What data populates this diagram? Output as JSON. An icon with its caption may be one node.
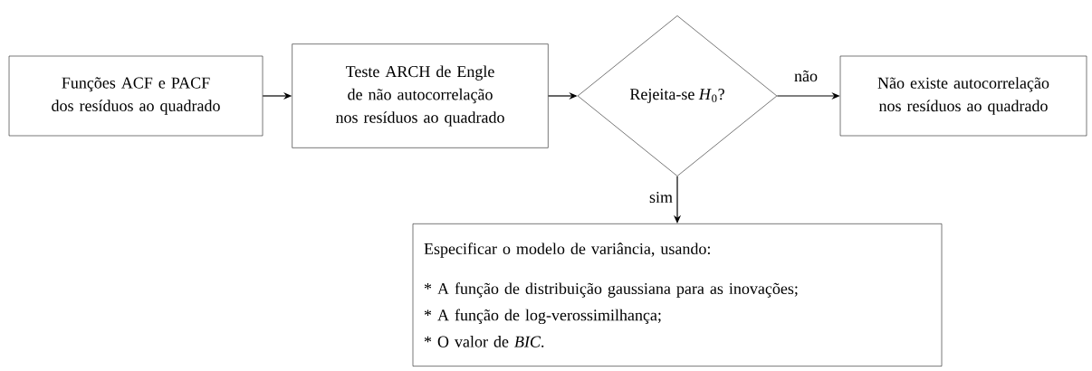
{
  "diagram": {
    "nodes": [
      {
        "text": [
          "Funções ACF e PACF dos resíduos ao quadrado"
        ]
      },
      {
        "text": [
          "Teste ARCH de Engle de não autocorrelação nos resíduos ao quadrado"
        ]
      },
      {
        "text": [
          "Rejeita-se *H*$_{0}$?"
        ]
      },
      {
        "text": [
          "Não existe autocorrelação nos resíduos ao quadrado"
        ]
      },
      {
        "text": [
          "Especificar o modelo de variância, usando:",
          "* A função de distribuição gaussiana para as inovações;",
          "* A função de log-verossimilhança;",
          "* O valor de *BIC*."
        ]
      }
    ],
    "edges": [
      {
        "from": 0,
        "to": 1,
        "arrow": "to"
      },
      {
        "from": 1,
        "to": 2,
        "arrow": "to"
      },
      {
        "from": 2,
        "to": 3,
        "arrow": "to",
        "label": "não"
      },
      {
        "from": 2,
        "to": 4,
        "arrow": "to",
        "label": "sim"
      }
    ]
  }
}
